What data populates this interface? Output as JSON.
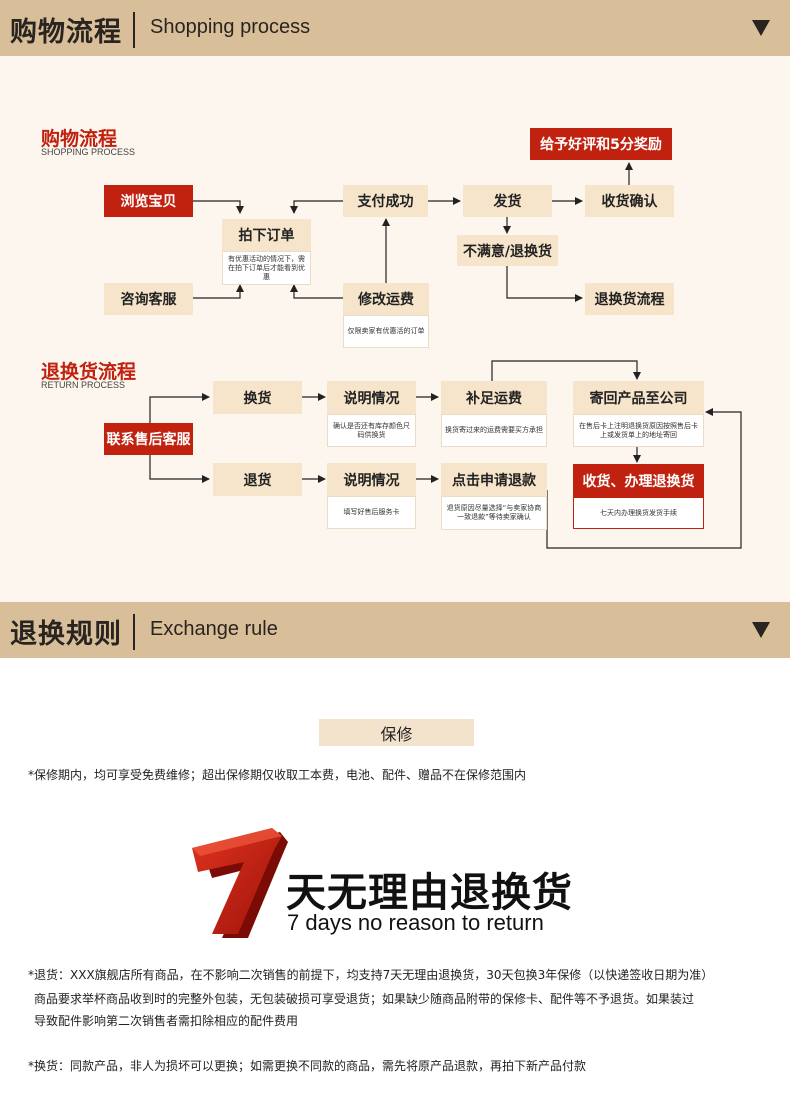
{
  "shopping_band": {
    "title_cn": "购物流程",
    "title_en": "Shopping process"
  },
  "shopping_section": {
    "title": "购物流程",
    "subtitle": "SHOPPING PROCESS"
  },
  "shopping_nodes": {
    "browse": "浏览宝贝",
    "consult": "咨询客服",
    "order": "拍下订单",
    "order_note": "有优惠活动的情况下，需在拍下订单后才能看到优惠",
    "pay": "支付成功",
    "modify": "修改运费",
    "modify_note": "仅限卖家有优惠活的订单",
    "ship": "发货",
    "unsatisfied": "不满意/退换货",
    "confirm": "收货确认",
    "review": "给予好评和5分奖励",
    "return_flow": "退换货流程"
  },
  "return_section": {
    "title": "退换货流程",
    "subtitle": "RETURN PROCESS"
  },
  "return_nodes": {
    "contact": "联系售后客服",
    "exchange": "换货",
    "refund": "退货",
    "explain1": "说明情况",
    "explain1_note": "确认是否还有库存颜色尺码供换货",
    "explain2": "说明情况",
    "explain2_note": "填写好售后服务卡",
    "freight": "补足运费",
    "freight_note": "换货寄过来的运费需要买方承担",
    "apply": "点击申请退款",
    "apply_note": "退货原因尽量选择“与卖家协商一致退款”等待卖家确认",
    "send_back": "寄回产品至公司",
    "send_back_note": "在售后卡上注明退换货原因按照售后卡上或发货单上的地址寄回",
    "receive": "收货、办理退换货",
    "receive_note": "七天内办理换货发货手续"
  },
  "exchange_band": {
    "title_cn": "退换规则",
    "title_en": "Exchange rule"
  },
  "warranty": {
    "label": "保修",
    "text": "*保修期内，均可享受免费维修；超出保修期仅收取工本费，电池、配件、赠品不在保修范围内"
  },
  "seven_day": {
    "number": "7",
    "title_cn": "天无理由退换货",
    "title_en": "7 days no reason to return"
  },
  "rules": {
    "return_line1": "*退货：XXX旗舰店所有商品，在不影响二次销售的前提下，均支持7天无理由退换货，30天包换3年保修（以快递签收日期为准）",
    "return_line2": "商品要求举杯商品收到时的完整外包装，无包装破损可享受退货；如果缺少随商品附带的保修卡、配件等不予退货。如果装过",
    "return_line3": "导致配件影响第二次销售者需扣除相应的配件费用",
    "exchange_line": "*换货：同款产品，非人为损坏可以更换；如需更换不同款的商品，需先将原产品退款，再拍下新产品付款"
  },
  "colors": {
    "accent_red": "#c0220f",
    "band": "#d9bf99",
    "node": "#f6e4cb",
    "flow_bg": "#fdf6ee"
  }
}
